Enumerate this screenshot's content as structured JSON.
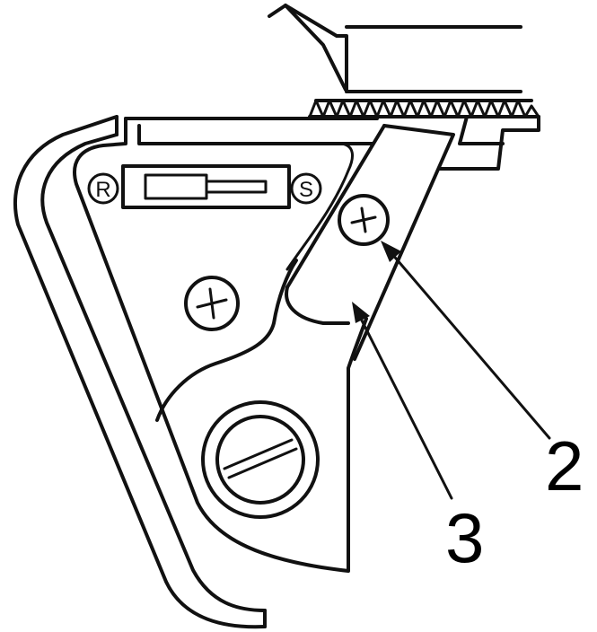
{
  "labels": {
    "switch_left": "R",
    "switch_right": "S",
    "callout_2": "2",
    "callout_3": "3"
  },
  "colors": {
    "line": "#111111",
    "background": "#ffffff"
  }
}
